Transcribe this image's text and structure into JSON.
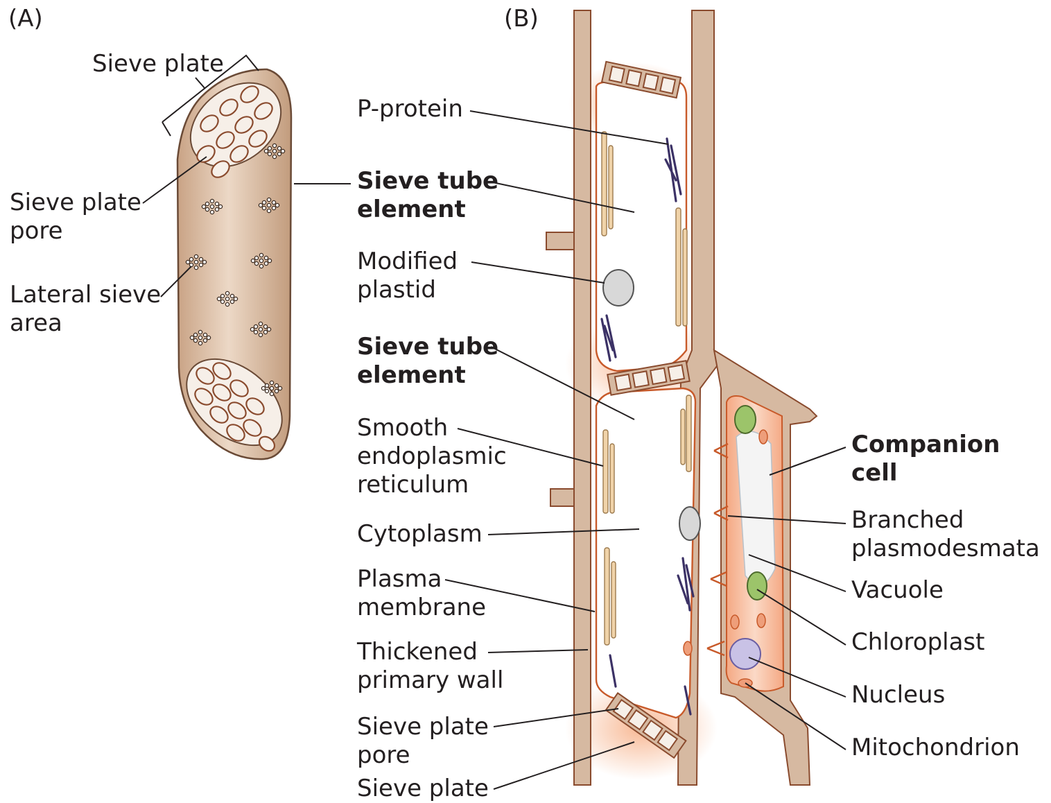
{
  "panel_a": {
    "tag": "(A)",
    "labels": {
      "sieve_plate": "Sieve plate",
      "sieve_plate_pore": [
        "Sieve plate",
        "pore"
      ],
      "lateral_sieve_area": [
        "Lateral sieve",
        "area"
      ]
    }
  },
  "panel_b": {
    "tag": "(B)",
    "labels_left": {
      "p_protein": [
        "P-protein"
      ],
      "sieve_tube_element_1": [
        "Sieve tube",
        "element"
      ],
      "modified_plastid": [
        "Modified",
        "plastid"
      ],
      "sieve_tube_element_2": [
        "Sieve tube",
        "element"
      ],
      "smooth_er": [
        "Smooth",
        "endoplasmic",
        "reticulum"
      ],
      "cytoplasm": [
        "Cytoplasm"
      ],
      "plasma_membrane": [
        "Plasma",
        "membrane"
      ],
      "thickened_primary_wall": [
        "Thickened",
        "primary wall"
      ],
      "sieve_plate_pore": [
        "Sieve plate",
        "pore"
      ],
      "sieve_plate": [
        "Sieve plate"
      ]
    },
    "labels_right": {
      "companion_cell": [
        "Companion",
        "cell"
      ],
      "branched_plasmodesmata": [
        "Branched",
        "plasmodesmata"
      ],
      "vacuole": [
        "Vacuole"
      ],
      "chloroplast": [
        "Chloroplast"
      ],
      "nucleus": [
        "Nucleus"
      ],
      "mitochondrion": [
        "Mitochondrion"
      ]
    }
  },
  "colors": {
    "cell_wall": "#d6b9a1",
    "wall_outline": "#8a4b2e",
    "plasma_membrane": "#c85a2a",
    "cytoplasm_glow": "#f7b58f",
    "smooth_er": "#f0d3a9",
    "p_protein": "#3c3266",
    "chloroplast": "#9cc46a",
    "nucleus": "#c9c2e6",
    "mitochondrion": "#ee9e7a",
    "sieve_element_body": "#d9b89c"
  }
}
